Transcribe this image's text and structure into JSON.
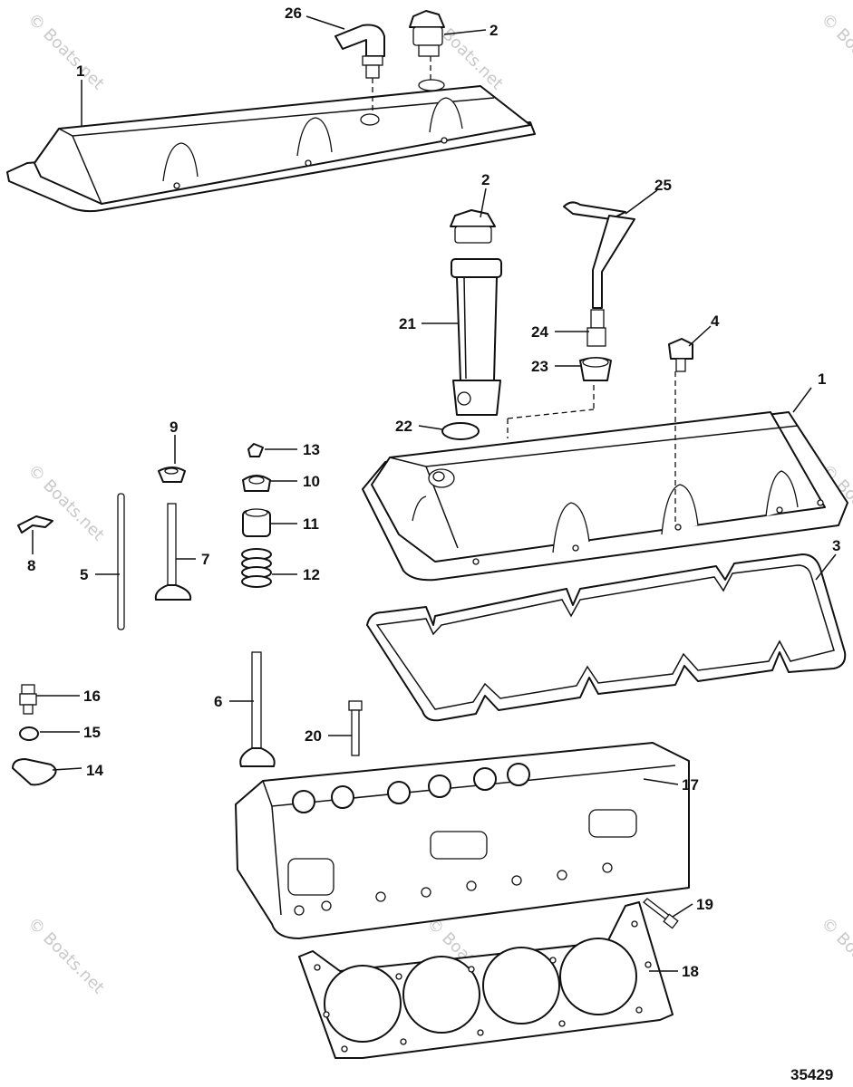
{
  "diagram_id": "35429",
  "watermark": "© Boats.net",
  "callouts": [
    {
      "id": "c1a",
      "text": "1"
    },
    {
      "id": "c1b",
      "text": "1"
    },
    {
      "id": "c2a",
      "text": "2"
    },
    {
      "id": "c2b",
      "text": "2"
    },
    {
      "id": "c3",
      "text": "3"
    },
    {
      "id": "c4",
      "text": "4"
    },
    {
      "id": "c5",
      "text": "5"
    },
    {
      "id": "c6",
      "text": "6"
    },
    {
      "id": "c7",
      "text": "7"
    },
    {
      "id": "c8",
      "text": "8"
    },
    {
      "id": "c9",
      "text": "9"
    },
    {
      "id": "c10",
      "text": "10"
    },
    {
      "id": "c11",
      "text": "11"
    },
    {
      "id": "c12",
      "text": "12"
    },
    {
      "id": "c13",
      "text": "13"
    },
    {
      "id": "c14",
      "text": "14"
    },
    {
      "id": "c15",
      "text": "15"
    },
    {
      "id": "c16",
      "text": "16"
    },
    {
      "id": "c17",
      "text": "17"
    },
    {
      "id": "c18",
      "text": "18"
    },
    {
      "id": "c19",
      "text": "19"
    },
    {
      "id": "c20",
      "text": "20"
    },
    {
      "id": "c21",
      "text": "21"
    },
    {
      "id": "c22",
      "text": "22"
    },
    {
      "id": "c23",
      "text": "23"
    },
    {
      "id": "c24",
      "text": "24"
    },
    {
      "id": "c25",
      "text": "25"
    },
    {
      "id": "c26",
      "text": "26"
    }
  ]
}
